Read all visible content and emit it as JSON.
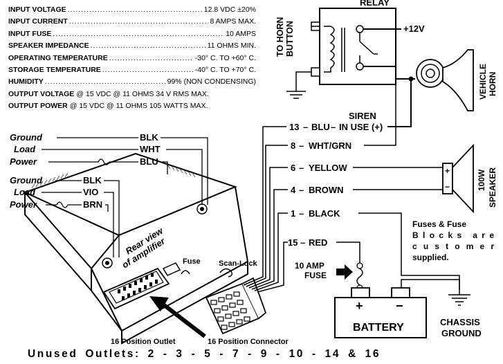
{
  "specs": [
    {
      "label": "INPUT VOLTAGE",
      "value": "12.8 VDC ±20%"
    },
    {
      "label": "INPUT CURRENT",
      "value": "8 AMPS MAX."
    },
    {
      "label": "INPUT FUSE",
      "value": "10 AMPS"
    },
    {
      "label": "SPEAKER IMPEDANCE",
      "value": "11 OHMS MIN."
    },
    {
      "label": "OPERATING TEMPERATURE",
      "value": "-30° C. TO +60° C."
    },
    {
      "label": "STORAGE TEMPERATURE",
      "value": "-40° C. TO +70° C."
    },
    {
      "label": "HUMIDITY",
      "value": "99% (NON CONDENSING)"
    },
    {
      "label": "OUTPUT VOLTAGE",
      "value": "@ 15 VDC @ 11 OHMS 34 V RMS MAX."
    },
    {
      "label": "OUTPUT POWER",
      "value": "@ 15 VDC @ 11 OHMS 105 WATTS MAX."
    }
  ],
  "relay": {
    "title": "RELAY",
    "horn_button": [
      "TO HORN",
      "BUTTON"
    ],
    "plus12": "+12V"
  },
  "horn": [
    "VEHICLE",
    "HORN"
  ],
  "amp_labels": {
    "group1": [
      {
        "func": "Ground",
        "color": "BLK"
      },
      {
        "func": "Load",
        "color": "WHT"
      },
      {
        "func": "Power",
        "color": "BLU"
      }
    ],
    "group2": [
      {
        "func": "Ground",
        "color": "BLK"
      },
      {
        "func": "Load",
        "color": "VIO"
      },
      {
        "func": "Power",
        "color": "BRN"
      }
    ],
    "rear_view": [
      "Rear view",
      "of amplifier"
    ],
    "fuse": "Fuse",
    "scan_lock": "Scan-Lock",
    "outlet": "16 Position Outlet",
    "connector": "16 Position Connector"
  },
  "wires": [
    {
      "pin": "13",
      "name": "BLU",
      "note": [
        "SIREN",
        "IN USE (+)"
      ]
    },
    {
      "pin": "8",
      "name": "WHT/GRN"
    },
    {
      "pin": "6",
      "name": "YELLOW"
    },
    {
      "pin": "4",
      "name": "BROWN"
    },
    {
      "pin": "1",
      "name": "BLACK"
    },
    {
      "pin": "15",
      "name": "RED"
    }
  ],
  "speaker": [
    "100W",
    "SPEAKER"
  ],
  "fuses_note": [
    "Fuses & Fuse",
    "Blocks are",
    "customer",
    "supplied."
  ],
  "amp_fuse": [
    "10 AMP",
    "FUSE"
  ],
  "battery": {
    "label": "BATTERY",
    "plus": "+",
    "minus": "−"
  },
  "chassis": [
    "CHASSIS",
    "GROUND"
  ],
  "unused": "Unused Outlets: 2 - 3 - 5 - 7 - 9 - 10 - 14 & 16",
  "colors": {
    "ink": "#000000",
    "paper": "#ffffff",
    "wire_sheath": "#ffffff"
  }
}
